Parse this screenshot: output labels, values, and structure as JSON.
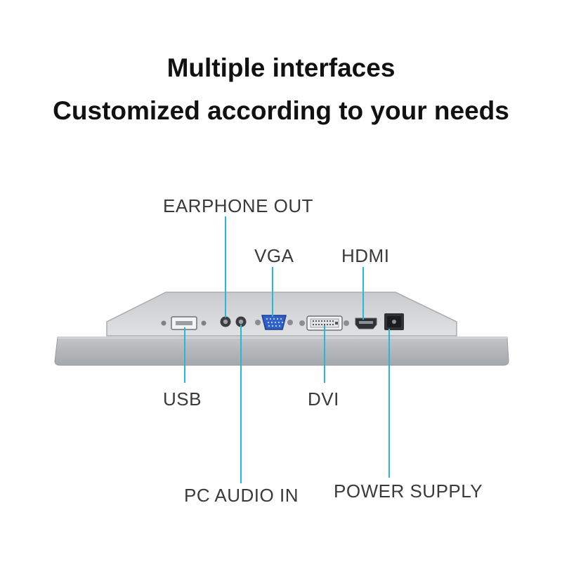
{
  "heading": {
    "line1": "Multiple interfaces",
    "line2": "Customized according to your needs"
  },
  "ports": {
    "earphone_out": "EARPHONE OUT",
    "vga": "VGA",
    "hdmi": "HDMI",
    "usb": "USB",
    "dvi": "DVI",
    "pc_audio_in": "PC AUDIO IN",
    "power_supply": "POWER SUPPLY"
  },
  "colors": {
    "leader_line": "#29b6d8",
    "vga_connector": "#2f5fc9",
    "panel_gray": "#b9bcbf"
  }
}
